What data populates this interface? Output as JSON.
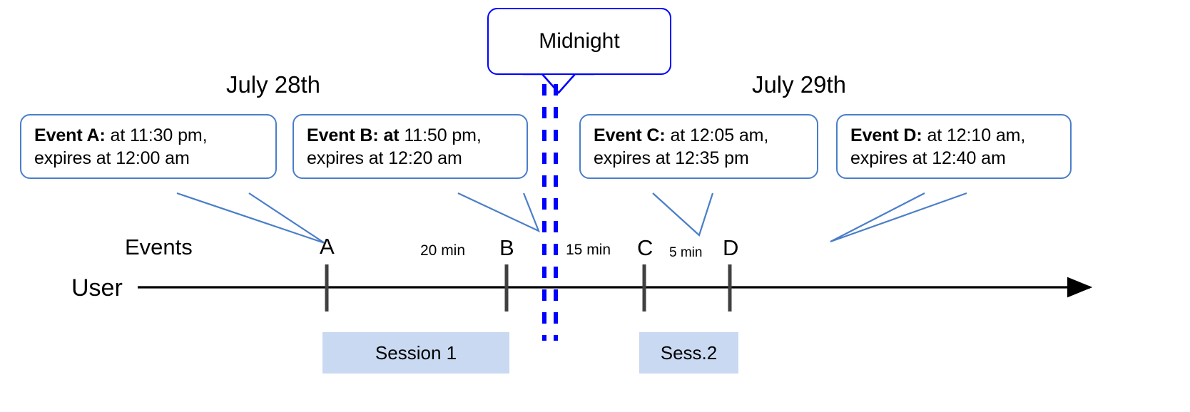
{
  "diagram": {
    "title_box": {
      "label": "Midnight"
    },
    "dates": [
      {
        "label": "July 28th"
      },
      {
        "label": "July 29th"
      }
    ],
    "row_labels": {
      "events": "Events",
      "user": "User"
    },
    "callouts": [
      {
        "id": "event-a",
        "bold": "Event A:",
        "rest": " at 11:30 pm,",
        "line2": "expires at 12:00 am"
      },
      {
        "id": "event-b",
        "bold": "Event B: at",
        "rest": " 11:50 pm,",
        "line2": "expires at 12:20 am"
      },
      {
        "id": "event-c",
        "bold": "Event C:",
        "rest": " at 12:05 am,",
        "line2": "expires at 12:35 pm"
      },
      {
        "id": "event-d",
        "bold": "Event D:",
        "rest": "  at 12:10 am,",
        "line2": "expires at 12:40 am"
      }
    ],
    "event_markers": [
      {
        "letter": "A"
      },
      {
        "letter": "B"
      },
      {
        "letter": "C"
      },
      {
        "letter": "D"
      }
    ],
    "gaps": [
      {
        "label": "20 min"
      },
      {
        "label": "15 min"
      },
      {
        "label": "5 min"
      }
    ],
    "sessions": [
      {
        "label": "Session 1"
      },
      {
        "label": "Sess.2"
      }
    ],
    "colors": {
      "callout_border": "#4a7ec9",
      "midnight_border": "#0000ff",
      "midnight_line": "#0000ff",
      "session_fill": "#c9d9f2",
      "tick": "#404040",
      "axis": "#000000"
    }
  }
}
